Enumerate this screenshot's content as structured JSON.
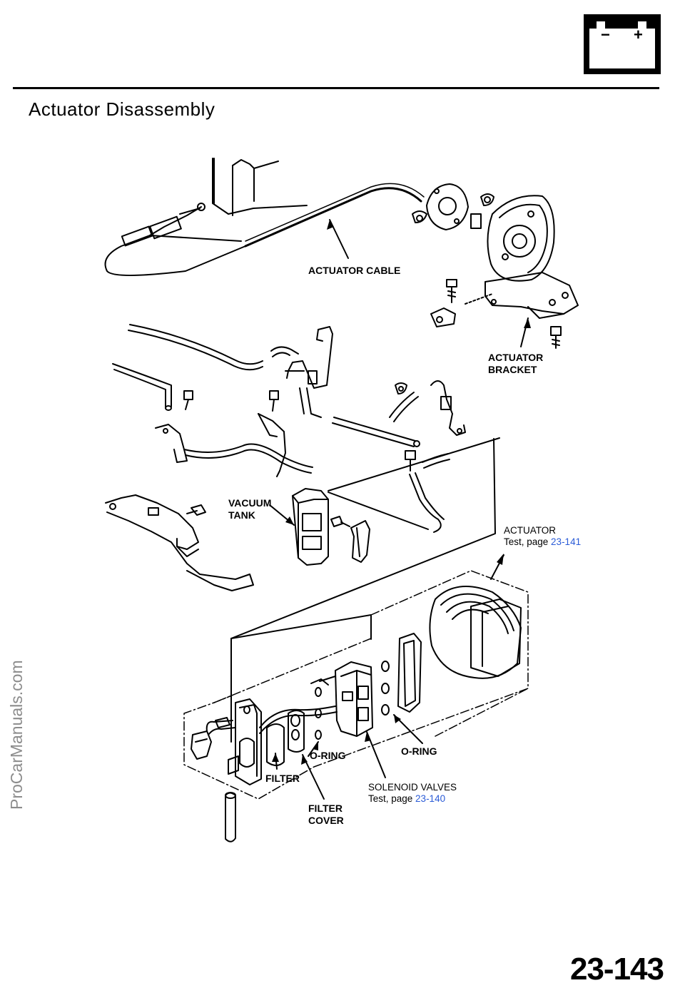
{
  "header": {
    "title": "Actuator Disassembly",
    "battery_minus": "−",
    "battery_plus": "+"
  },
  "watermark": "ProCarManuals.com",
  "labels": {
    "actuator_cable": "ACTUATOR CABLE",
    "actuator_bracket_1": "ACTUATOR",
    "actuator_bracket_2": "BRACKET",
    "vacuum_tank_1": "VACUUM",
    "vacuum_tank_2": "TANK",
    "actuator": "ACTUATOR",
    "actuator_test_prefix": "Test, page ",
    "actuator_test_ref": "23-141",
    "o_ring_left": "O-RING",
    "o_ring_right": "O-RING",
    "filter": "FILTER",
    "filter_cover_1": "FILTER",
    "filter_cover_2": "COVER",
    "solenoid_valves": "SOLENOID VALVES",
    "solenoid_test_prefix": "Test, page ",
    "solenoid_test_ref": "23-140"
  },
  "footer": {
    "page_number": "23-143"
  }
}
